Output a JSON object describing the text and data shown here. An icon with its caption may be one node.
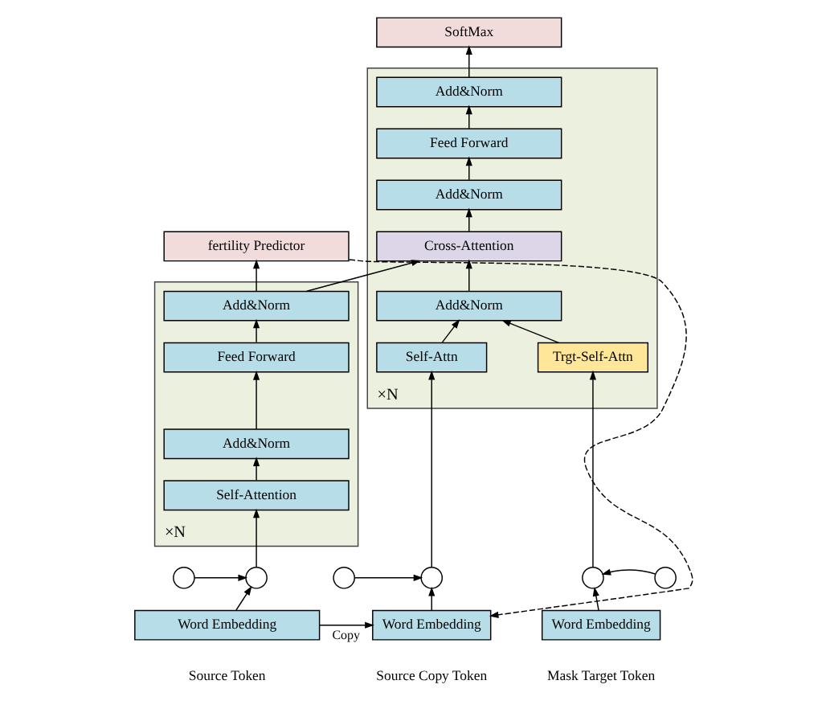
{
  "diagram": {
    "nodes": [
      {
        "text": [
          "×N"
        ]
      },
      {
        "text": [
          "Add&Norm"
        ],
        "in": 0
      },
      {
        "text": [
          "Feed Forward"
        ],
        "in": 0
      },
      {
        "text": [
          "Add&Norm"
        ],
        "in": 0
      },
      {
        "text": [
          "Self-Attention"
        ],
        "in": 0
      },
      {
        "text": [
          "fertility Predictor"
        ]
      },
      {
        "text": [],
        "shape": "circle"
      },
      {
        "text": [],
        "shape": "circle"
      },
      {
        "text": [
          "Word Embedding"
        ],
        "beside": [
          "Source Token"
        ]
      },
      {
        "text": [
          "×N"
        ]
      },
      {
        "text": [
          "Add&Norm"
        ],
        "in": 9
      },
      {
        "text": [
          "Feed Forward"
        ],
        "in": 9
      },
      {
        "text": [
          "Add&Norm"
        ],
        "in": 9
      },
      {
        "text": [
          "Cross-Attention"
        ],
        "in": 9
      },
      {
        "text": [
          "Add&Norm"
        ],
        "in": 9
      },
      {
        "text": [
          "Self-Attn"
        ],
        "in": 9
      },
      {
        "text": [
          "Trgt-Self-Attn"
        ],
        "in": 9
      },
      {
        "text": [
          "SoftMax"
        ]
      },
      {
        "text": [],
        "shape": "circle"
      },
      {
        "text": [],
        "shape": "circle"
      },
      {
        "text": [
          "Word Embedding"
        ],
        "beside": [
          "Source Copy Token"
        ]
      },
      {
        "text": [],
        "shape": "circle"
      },
      {
        "text": [],
        "shape": "circle"
      },
      {
        "text": [
          "Word Embedding"
        ],
        "beside": [
          "Mask Target Token"
        ]
      }
    ],
    "edges": [
      {
        "from": 8,
        "to": 7,
        "arrow": "to"
      },
      {
        "from": 6,
        "to": 7,
        "arrow": "to"
      },
      {
        "from": 7,
        "to": 4,
        "arrow": "to"
      },
      {
        "from": 4,
        "to": 3,
        "arrow": "to"
      },
      {
        "from": 3,
        "to": 2,
        "arrow": "to"
      },
      {
        "from": 2,
        "to": 1,
        "arrow": "to"
      },
      {
        "from": 1,
        "to": 5,
        "arrow": "to"
      },
      {
        "from": 1,
        "to": 13,
        "arrow": "to"
      },
      {
        "from": 5,
        "to": 20,
        "arrow": "to",
        "style": "dashed"
      },
      {
        "from": 8,
        "to": 20,
        "arrow": "to",
        "label": "Copy"
      },
      {
        "from": 20,
        "to": 19,
        "arrow": "to"
      },
      {
        "from": 18,
        "to": 19,
        "arrow": "to"
      },
      {
        "from": 19,
        "to": 15,
        "arrow": "to"
      },
      {
        "from": 23,
        "to": 21,
        "arrow": "to"
      },
      {
        "from": 22,
        "to": 21,
        "arrow": "to"
      },
      {
        "from": 21,
        "to": 16,
        "arrow": "to"
      },
      {
        "from": 15,
        "to": 14,
        "arrow": "to"
      },
      {
        "from": 16,
        "to": 14,
        "arrow": "to"
      },
      {
        "from": 14,
        "to": 13,
        "arrow": "to"
      },
      {
        "from": 13,
        "to": 12,
        "arrow": "to"
      },
      {
        "from": 12,
        "to": 11,
        "arrow": "to"
      },
      {
        "from": 11,
        "to": 10,
        "arrow": "to"
      },
      {
        "from": 10,
        "to": 17,
        "arrow": "to"
      }
    ]
  }
}
